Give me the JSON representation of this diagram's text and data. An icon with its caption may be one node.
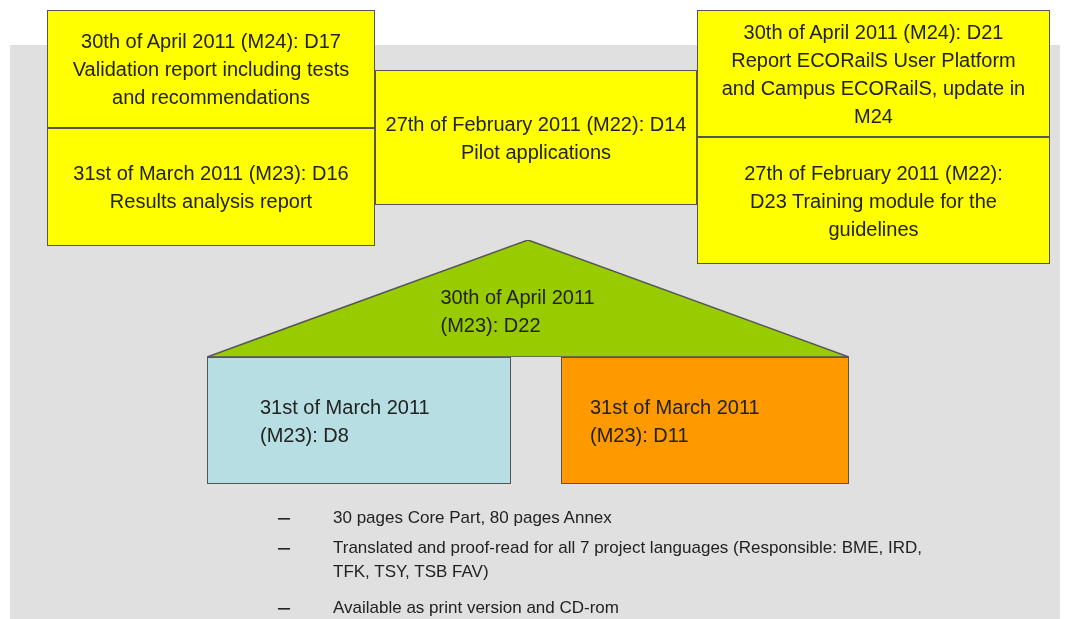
{
  "diagram": {
    "nodes": [
      {
        "text": [
          "30th of April 2011 (M24): D17 Validation report including tests and recommendations"
        ]
      },
      {
        "text": [
          "27th of February 2011 (M22): D14 Pilot applications"
        ]
      },
      {
        "text": [
          "30th of April 2011 (M24): D21 Report ECORailS User Platform and Campus ECORailS, update in M24"
        ]
      },
      {
        "text": [
          "31st of March 2011 (M23): D16 Results analysis report"
        ]
      },
      {
        "text": [
          "27th of February 2011 (M22): D23 Training module for the guidelines"
        ]
      },
      {
        "text": [
          "30th of April 2011 (M23): D22"
        ]
      },
      {
        "text": [
          "31st of March 2011 (M23): D8"
        ]
      },
      {
        "text": [
          "31st of March 2011 (M23): D11"
        ]
      }
    ],
    "labels": [
      "30 pages Core Part, 80 pages Annex",
      "Translated and proof-read for all 7 project languages (Responsible: BME, IRD, TFK, TSY, TSB FAV)",
      "Available as print version and CD-rom"
    ]
  }
}
